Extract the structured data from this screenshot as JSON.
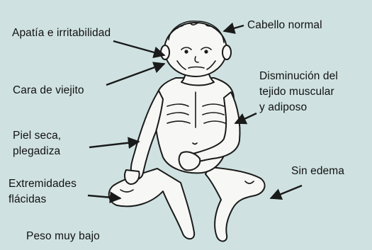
{
  "palette": {
    "background": "#cfe2e1",
    "outline": "#1a1a1a",
    "skin": "#f7f7f5",
    "text": "#111111"
  },
  "labels": {
    "cabello_normal": "Cabello normal",
    "apatia": "Apatía e irritabilidad",
    "disminucion": "Disminución del\ntejido muscular\ny adiposo",
    "cara_viejito": "Cara de viejito",
    "piel_seca": "Piel seca,\nplegadiza",
    "sin_edema": "Sin edema",
    "extremidades": "Extremidades\nflácidas",
    "peso": "Peso muy bajo"
  }
}
